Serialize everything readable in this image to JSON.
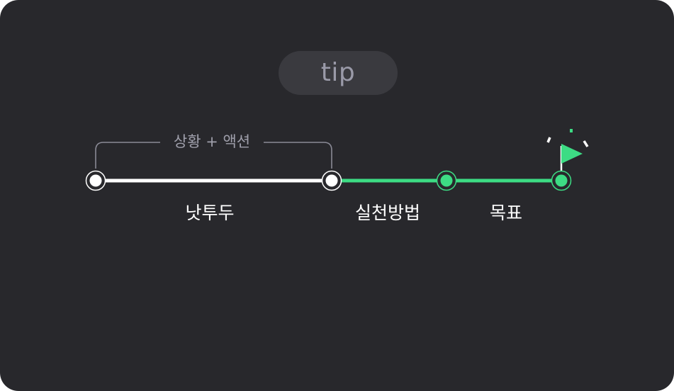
{
  "badge": {
    "label": "tip"
  },
  "bracket": {
    "label": "상황 + 액션"
  },
  "stages": [
    {
      "label": "낫투두"
    },
    {
      "label": "실천방법"
    },
    {
      "label": "목표"
    }
  ],
  "colors": {
    "background": "#28282c",
    "badge_background": "#3a3a3f",
    "badge_text": "#9a9aa8",
    "line_white": "#ffffff",
    "line_green": "#3ddc84",
    "bracket_line": "#8a8a96"
  },
  "icons": {
    "goal": "flag-icon",
    "sparkle": "sparkle-icon"
  }
}
